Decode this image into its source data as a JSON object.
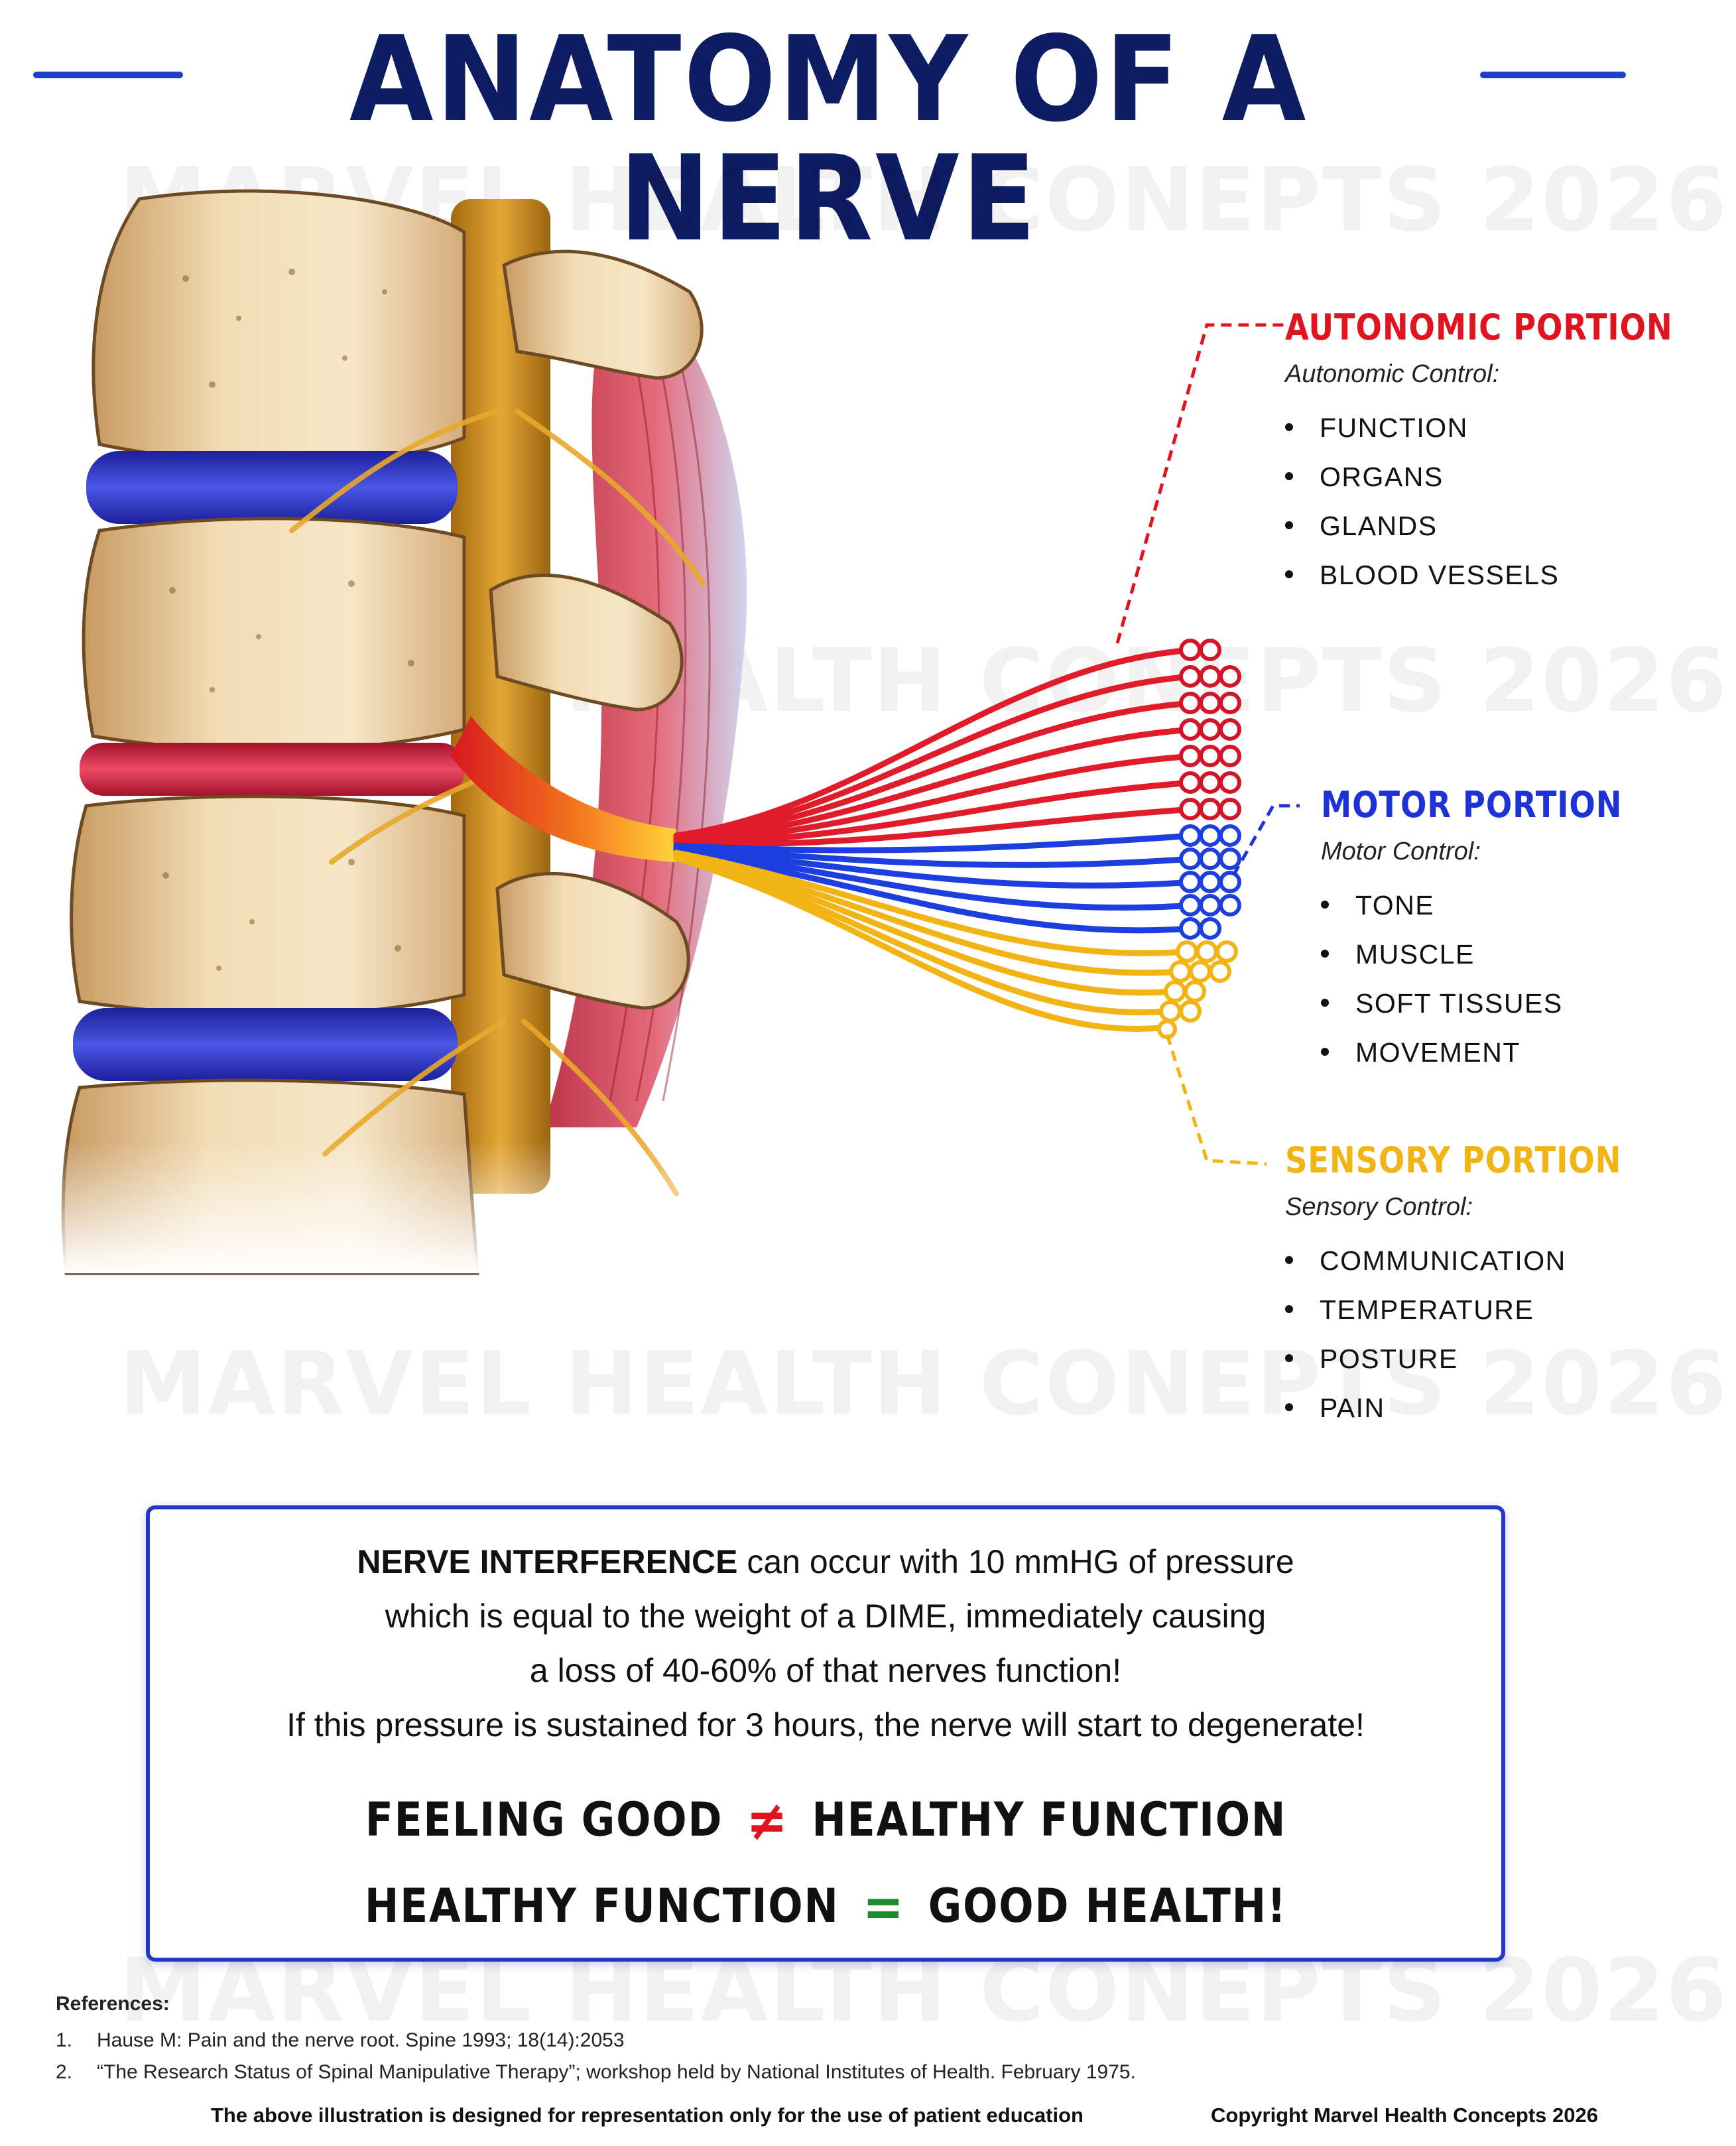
{
  "title": "ANATOMY OF A NERVE",
  "watermark_text": "MARVEL HEALTH CONEPTS 2026",
  "colors": {
    "title": "#0e1d63",
    "rule": "#1f3fd1",
    "autonomic": "#e0141e",
    "motor": "#1d33d6",
    "sensory": "#f2b315",
    "not_equal": "#e0141e",
    "equal": "#1c8a2a",
    "box_border": "#2437c9"
  },
  "autonomic": {
    "heading": "AUTONOMIC PORTION",
    "subtitle": "Autonomic Control:",
    "items": [
      "FUNCTION",
      "ORGANS",
      "GLANDS",
      "BLOOD VESSELS"
    ]
  },
  "motor": {
    "heading": "MOTOR PORTION",
    "subtitle": "Motor Control:",
    "items": [
      "TONE",
      "MUSCLE",
      "SOFT TISSUES",
      "MOVEMENT"
    ]
  },
  "sensory": {
    "heading": "SENSORY PORTION",
    "subtitle": "Sensory Control:",
    "items": [
      "COMMUNICATION",
      "TEMPERATURE",
      "POSTURE",
      "PAIN"
    ]
  },
  "info": {
    "line1_bold": "NERVE INTERFERENCE",
    "line1_rest": " can occur with 10 mmHG of pressure",
    "line2": "which is equal to the weight of a DIME, immediately causing",
    "line3": "a loss of 40-60% of that nerves function!",
    "line4": "If this pressure is sustained for 3 hours, the nerve will start to degenerate!",
    "eq1_left": "FEELING GOOD",
    "eq1_symbol": "≠",
    "eq1_right": "HEALTHY FUNCTION",
    "eq2_left": "HEALTHY FUNCTION",
    "eq2_symbol": "=",
    "eq2_right": "GOOD HEALTH!"
  },
  "references": {
    "title": "References:",
    "items": [
      {
        "num": "1.",
        "text": "Hause M: Pain and the nerve root. Spine 1993; 18(14):2053"
      },
      {
        "num": "2.",
        "text": "“The Research Status of Spinal Manipulative Therapy”; workshop held by National Institutes of Health. February 1975."
      }
    ]
  },
  "footer": {
    "disclaimer": "The above illustration is designed for representation only for the use of patient education",
    "copyright": "Copyright Marvel Health Concepts 2026"
  }
}
